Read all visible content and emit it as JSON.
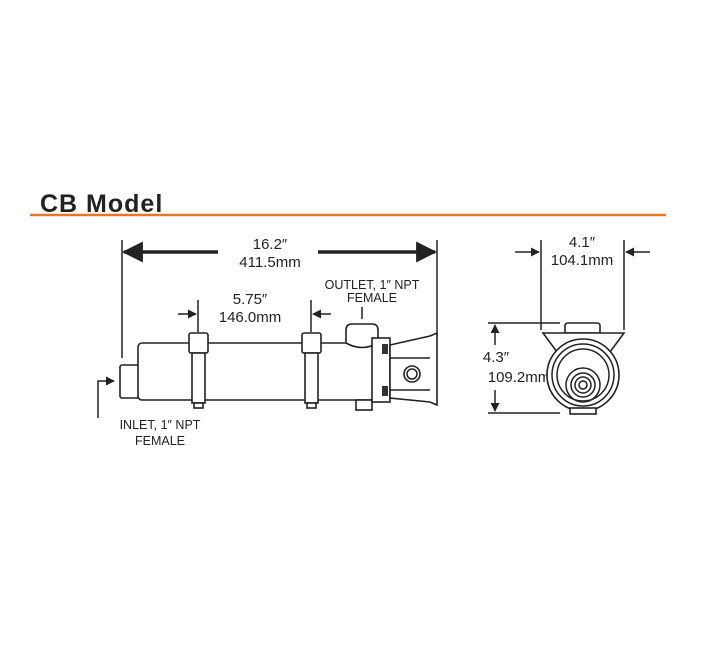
{
  "title": "CB Model",
  "colors": {
    "accent_rule": "#e87722",
    "line": "#222222"
  },
  "side_view": {
    "overall_length": {
      "inches": "16.2″",
      "mm": "411.5mm"
    },
    "clamp_spacing": {
      "inches": "5.75″",
      "mm": "146.0mm"
    },
    "outlet_label": [
      "OUTLET, 1″ NPT",
      "FEMALE"
    ],
    "inlet_label": [
      "INLET, 1″ NPT",
      "FEMALE"
    ]
  },
  "end_view": {
    "width": {
      "inches": "4.1″",
      "mm": "104.1mm"
    },
    "height": {
      "inches": "4.3″",
      "mm": "109.2mm"
    }
  }
}
